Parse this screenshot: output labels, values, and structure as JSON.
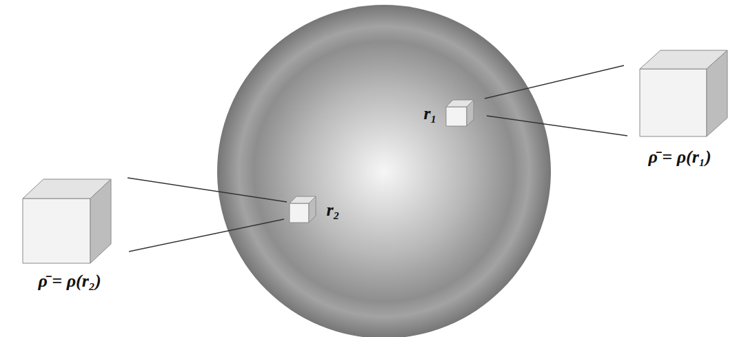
{
  "diagram": {
    "labels": [
      "r₁",
      "ρ̄ = ρ(r₁)",
      "r₂",
      "ρ̄ = ρ(r₂)"
    ]
  }
}
